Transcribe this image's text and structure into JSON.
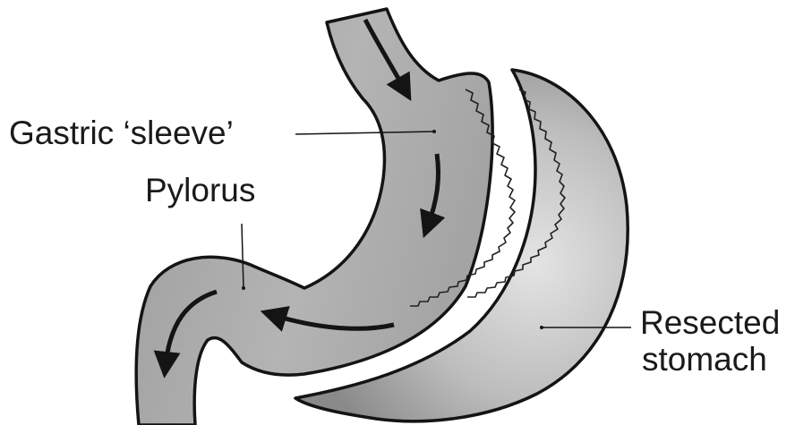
{
  "labels": {
    "sleeve": "Gastric ‘sleeve’",
    "pylorus": "Pylorus",
    "resected_line1": "Resected",
    "resected_line2": "stomach"
  },
  "colors": {
    "organ_fill": "#a8a8a8",
    "outline": "#141414",
    "stapling": "#202020",
    "background": "#ffffff"
  }
}
